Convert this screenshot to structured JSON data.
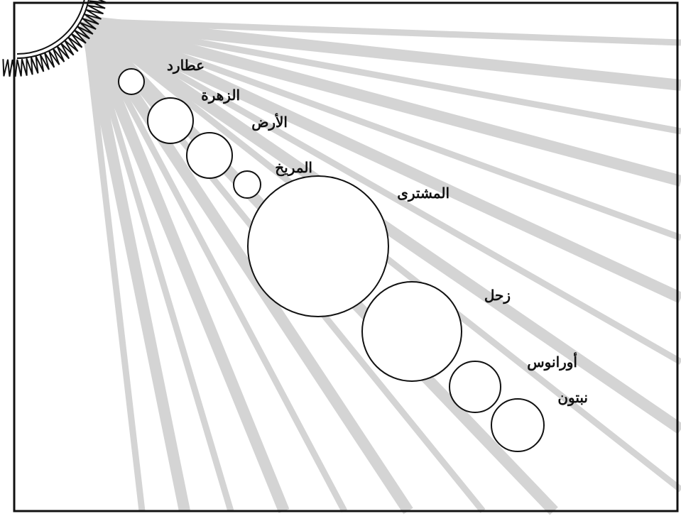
{
  "diagram": {
    "planets": [
      {
        "id": "mercury",
        "label": "عطارد"
      },
      {
        "id": "venus",
        "label": "الزهرة"
      },
      {
        "id": "earth",
        "label": "الأرض"
      },
      {
        "id": "mars",
        "label": "المريخ"
      },
      {
        "id": "jupiter",
        "label": "المشترى"
      },
      {
        "id": "saturn",
        "label": "زحل"
      },
      {
        "id": "uranus",
        "label": "أورانوس"
      },
      {
        "id": "neptune",
        "label": "نبتون"
      }
    ],
    "colors": {
      "line": "#111111",
      "ray": "#d4d4d4",
      "background": "#ffffff"
    }
  }
}
